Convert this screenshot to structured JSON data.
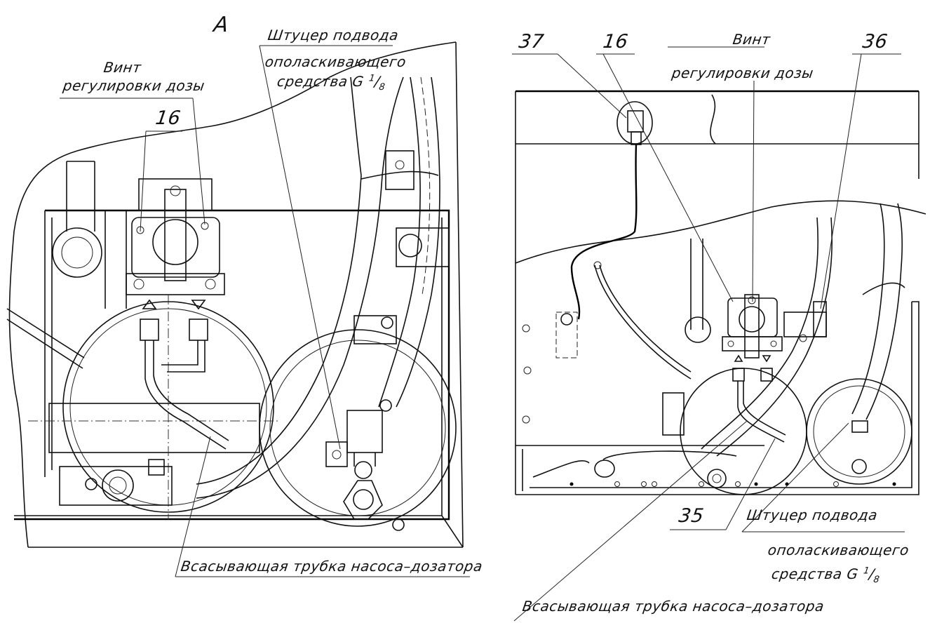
{
  "left_view": {
    "view_letter": "A",
    "fitting_label_1": "Штуцер подвода",
    "fitting_label_2": "ополаскивающего",
    "fitting_label_3": "средства G",
    "fitting_fraction_num": "1",
    "fitting_fraction_den": "8",
    "screw_label_1": "Винт",
    "screw_label_2": "регулировки дозы",
    "part_16": "16",
    "tube_label": "Всасывающая трубка насоса–дозатора"
  },
  "right_view": {
    "part_37": "37",
    "part_16": "16",
    "part_36": "36",
    "part_35": "35",
    "screw_label_1": "Винт",
    "screw_label_2": "регулировки дозы",
    "fitting_label_1": "Штуцер подвода",
    "fitting_label_2": "ополаскивающего",
    "fitting_label_3": "средства G",
    "fitting_fraction_num": "1",
    "fitting_fraction_den": "8",
    "tube_label": "Всасывающая трубка насоса–дозатора"
  }
}
